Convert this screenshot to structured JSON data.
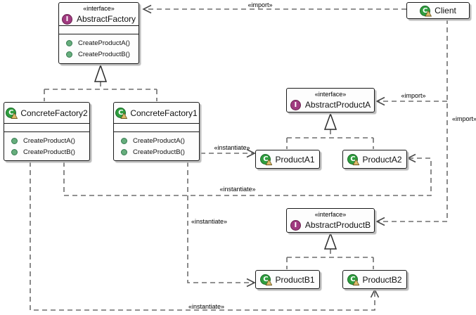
{
  "diagram": {
    "type": "uml-class-diagram",
    "pattern": "Abstract Factory",
    "classes": {
      "abstract_factory": {
        "stereotype": "«interface»",
        "name": "AbstractFactory",
        "letter": "I",
        "methods": [
          "CreateProductA()",
          "CreateProductB()"
        ]
      },
      "client": {
        "name": "Client",
        "letter": "C"
      },
      "concrete_factory2": {
        "name": "ConcreteFactory2",
        "letter": "C",
        "methods": [
          "CreateProductA()",
          "CreateProductB()"
        ]
      },
      "concrete_factory1": {
        "name": "ConcreteFactory1",
        "letter": "C",
        "methods": [
          "CreateProductA()",
          "CreateProductB()"
        ]
      },
      "abstract_product_a": {
        "stereotype": "«interface»",
        "name": "AbstractProductA",
        "letter": "I"
      },
      "product_a1": {
        "name": "ProductA1",
        "letter": "C"
      },
      "product_a2": {
        "name": "ProductA2",
        "letter": "C"
      },
      "abstract_product_b": {
        "stereotype": "«interface»",
        "name": "AbstractProductB",
        "letter": "I"
      },
      "product_b1": {
        "name": "ProductB1",
        "letter": "C"
      },
      "product_b2": {
        "name": "ProductB2",
        "letter": "C"
      }
    },
    "edge_labels": {
      "client_imports_abstract_factory": "«import»",
      "client_imports_abstract_product_a": "«import»",
      "client_imports_abstract_product_b": "«import»",
      "cf1_instantiates_product_a1": "«instantiate»",
      "cf2_instantiates_product_a2": "«instantiate»",
      "cf1_instantiates_product_b1": "«instantiate»",
      "cf2_instantiates_product_b2": "«instantiate»"
    },
    "colors": {
      "interface_icon": "#A03A80",
      "class_icon": "#2F9E3F",
      "decorator_badge": "#DDB96A",
      "method_dot": "#66AD7C",
      "edge": "#6E6E6E",
      "box_border": "#1A1A1A",
      "box_fill": "#FDFDFD"
    }
  }
}
